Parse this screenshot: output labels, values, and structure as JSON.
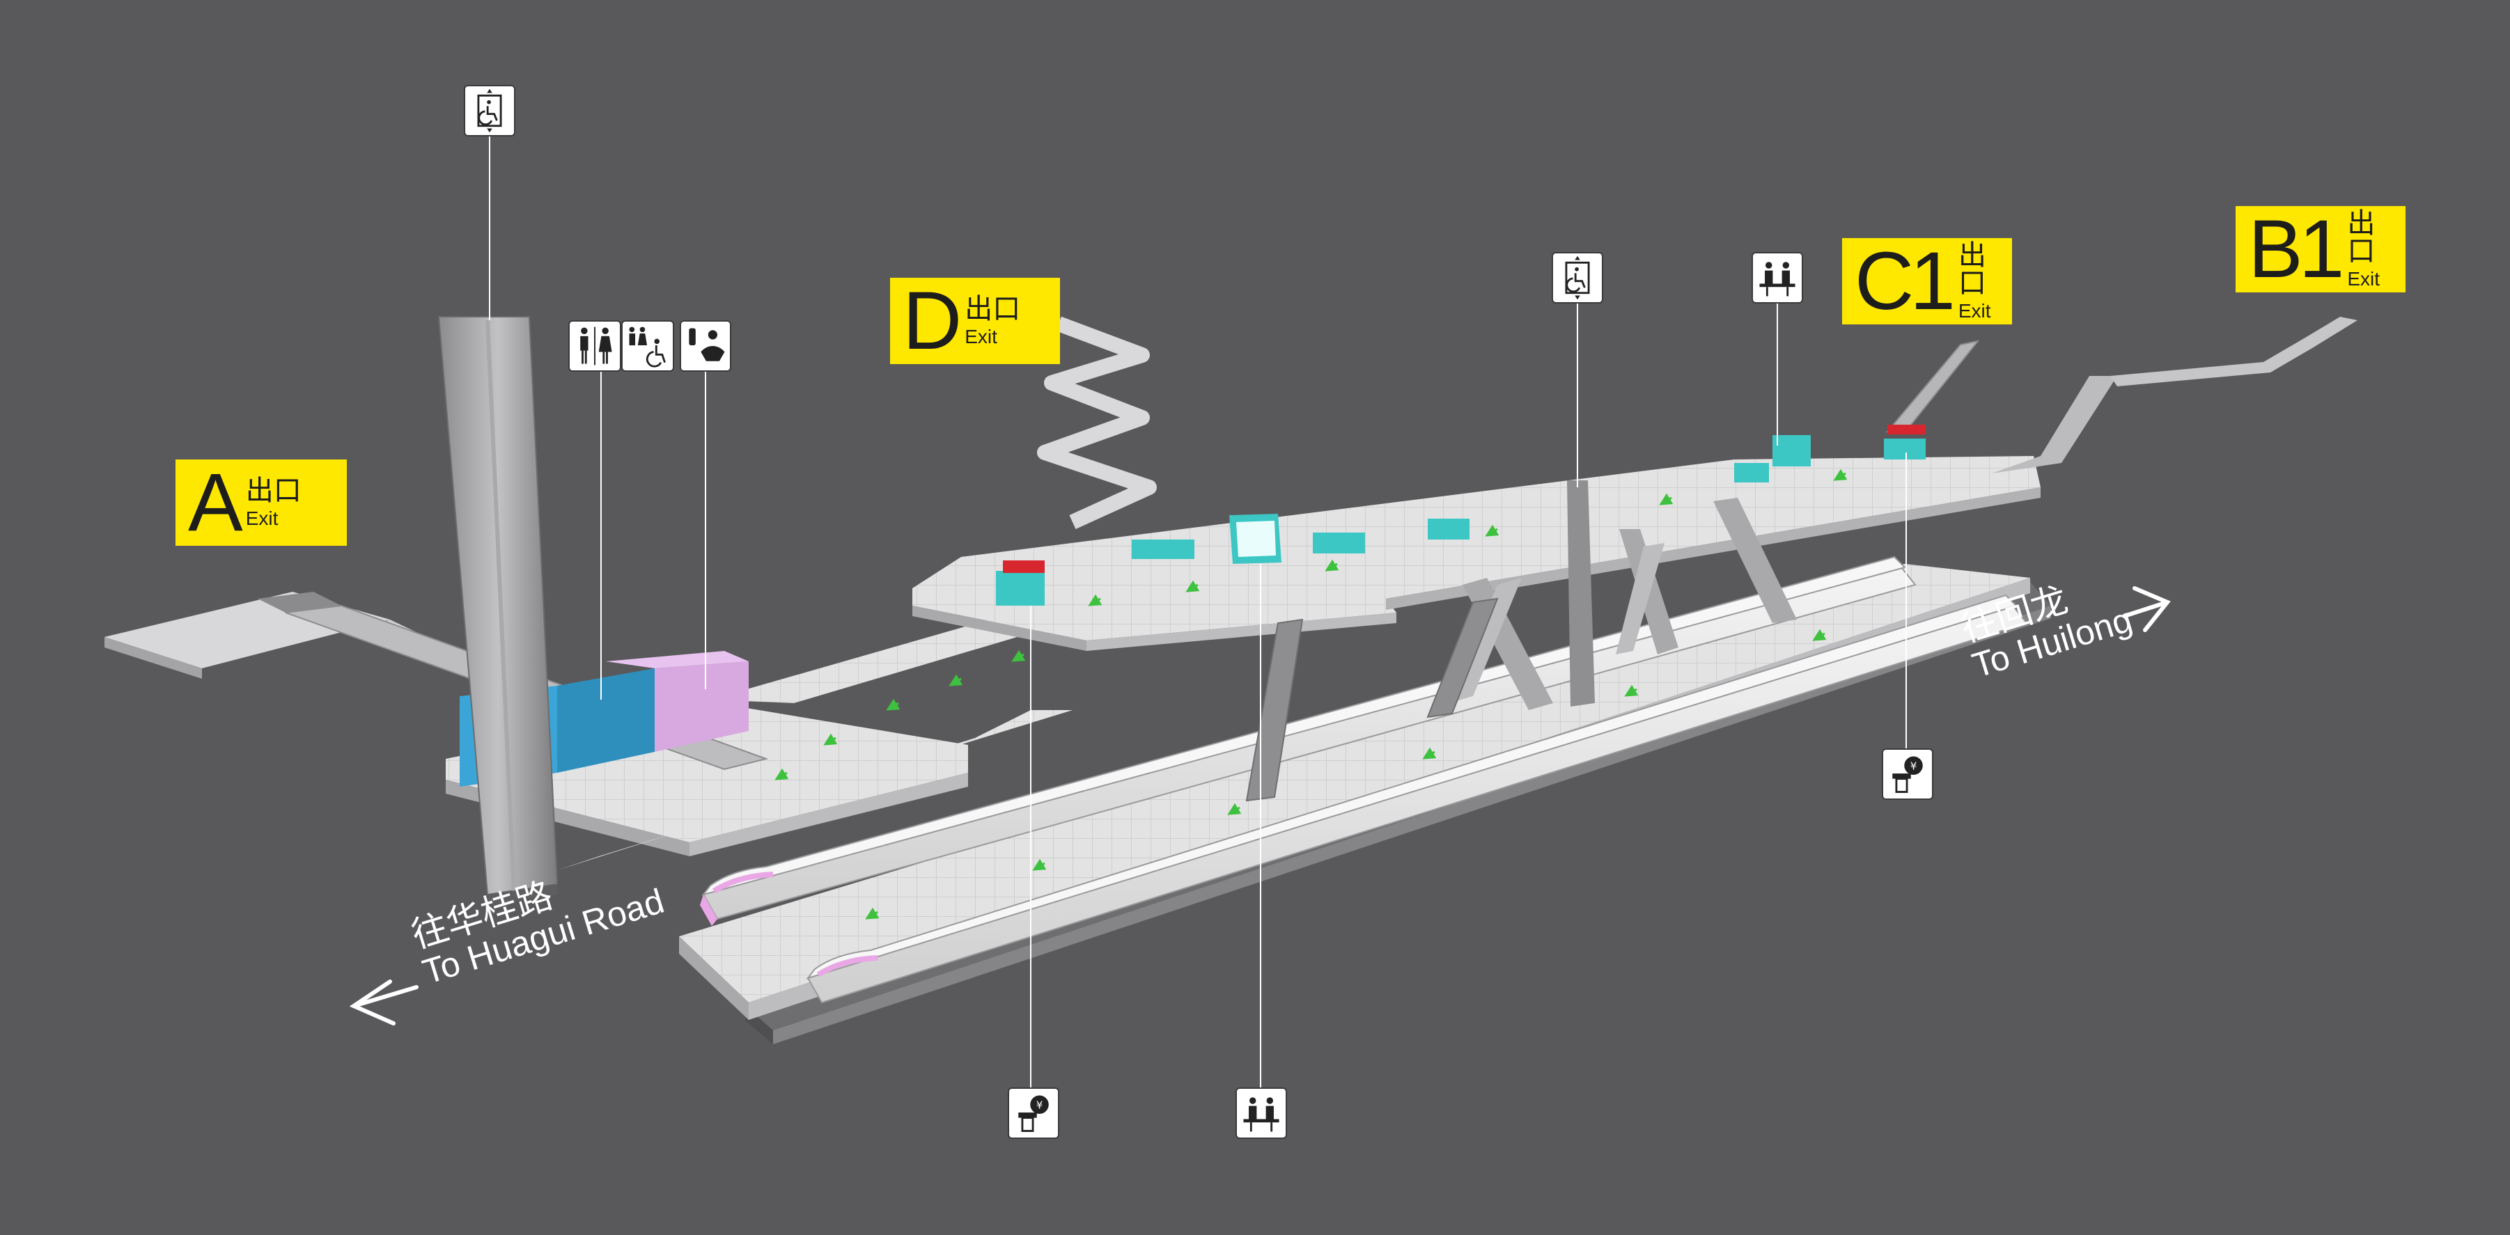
{
  "exits": {
    "a": {
      "letter": "A",
      "cn": "出口",
      "en": "Exit"
    },
    "d": {
      "letter": "D",
      "cn": "出口",
      "en": "Exit"
    },
    "c1": {
      "letter": "C1",
      "cn": "出口",
      "en": "Exit"
    },
    "b1": {
      "letter": "B1",
      "cn": "出口",
      "en": "Exit"
    }
  },
  "directions": {
    "left": {
      "cn": "往华桂路",
      "en": "To Huagui Road"
    },
    "right": {
      "cn": "往回龙",
      "en": "To Huilong"
    }
  },
  "icons": {
    "elevator": "elevator-accessible-icon",
    "toilet": "toilet-icon",
    "accessible_toilet": "accessible-toilet-icon",
    "baby_care": "baby-care-room-icon",
    "ticket_machine": "ticket-vending-machine-icon",
    "service_center": "customer-service-center-icon"
  },
  "colors": {
    "background": "#59595b",
    "exit_sign": "#ffe800",
    "facility": "#3cc6c4",
    "train_accent": "#e9a7e6",
    "restroom_block": "#d8a9e0",
    "stair_block": "#3aa5d6",
    "gate": "#d8262e",
    "wayfinding_arrow": "#3ec13e"
  }
}
